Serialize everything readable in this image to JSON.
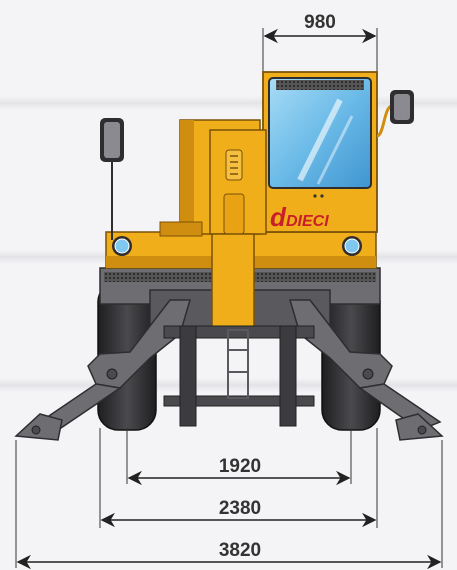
{
  "dimensions": {
    "cab_width": "980",
    "track_width": "1920",
    "overall_width": "2380",
    "stabilizers_width": "3820"
  },
  "brand": {
    "logo_letter": "d",
    "logo_text": "DIECI"
  },
  "colors": {
    "body_yellow": "#f0ae1a",
    "body_shadow": "#d08e10",
    "steel_gray": "#6e6e72",
    "steel_dark": "#4a4a4e",
    "tire": "#2e2e30",
    "glass": "#7fc8f0",
    "brand_red": "#c8202a",
    "dimension_text": "#333333"
  }
}
